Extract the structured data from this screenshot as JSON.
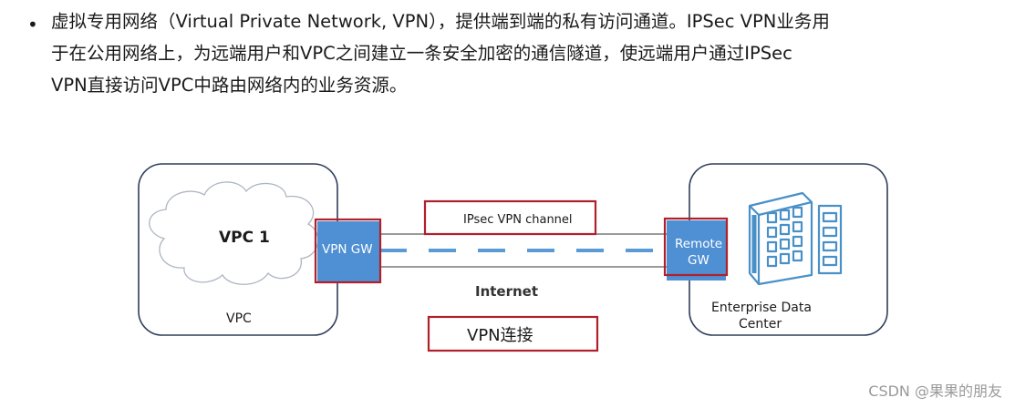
{
  "paragraph": {
    "bullet": "•",
    "line1": "虚拟专用网络（Virtual Private Network, VPN），提供端到端的私有访问通道。IPSec VPN业务用",
    "line2": "于在公用网络上，为远端用户和VPC之间建立一条安全加密的通信隧道，使远端用户通过IPSec",
    "line3": "VPN直接访问VPC中路由网络内的业务资源。"
  },
  "diagram": {
    "vpc_cloud_label": "VPC 1",
    "vpc_box_label": "VPC",
    "vpn_gw_label": "VPN GW",
    "channel_label": "IPsec VPN channel",
    "internet_label": "Internet",
    "connection_label": "VPN连接",
    "remote_gw_line1": "Remote",
    "remote_gw_line2": "GW",
    "datacenter_line1": "Enterprise Data",
    "datacenter_line2": "Center",
    "colors": {
      "gateway_blue": "#4f8fd3",
      "highlight_red": "#b0202a",
      "box_border": "#2f3e5a",
      "tunnel_dash": "#5b9bd5",
      "datacenter_icon": "#4a90c8"
    }
  },
  "watermark": "CSDN @果果的朋友"
}
